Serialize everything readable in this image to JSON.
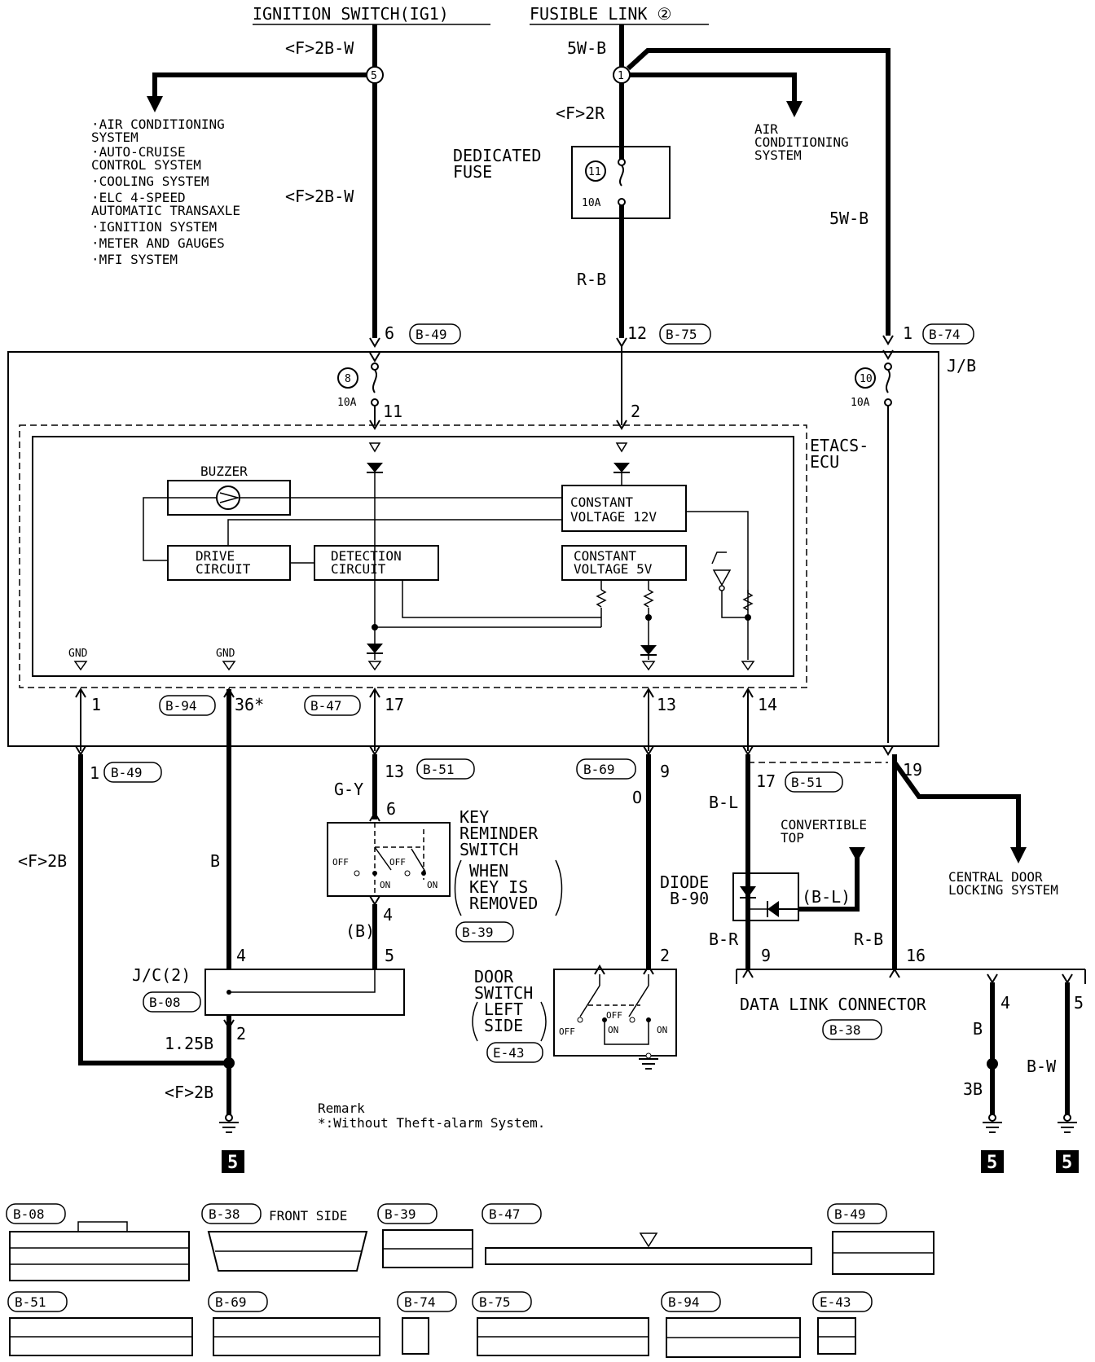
{
  "sources": {
    "ignition": "IGNITION SWITCH(IG1)",
    "fusible": "FUSIBLE LINK ②"
  },
  "wires": {
    "ig_2bw_top": "<F>2B-W",
    "ig_2bw_mid": "<F>2B-W",
    "f_5wb_top": "5W-B",
    "f_2r": "<F>2R",
    "f_rb": "R-B",
    "f_5wb_right": "5W-B",
    "gy": "G-Y",
    "b_mid": "B",
    "f2b_left": "<F>2B",
    "b_paren": "(B)",
    "o": "O",
    "bl": "B-L",
    "bl_paren": "(B-L)",
    "br": "B-R",
    "rb": "R-B",
    "b_dlc": "B",
    "bw": "B-W",
    "w125b": "1.25B",
    "f2b_bottom": "<F>2B",
    "w3b": "3B"
  },
  "splices": {
    "s5": "5",
    "s1": "1"
  },
  "branch_list": [
    "·AIR CONDITIONING",
    " SYSTEM",
    "·AUTO-CRUISE",
    " CONTROL SYSTEM",
    "·COOLING SYSTEM",
    "·ELC 4-SPEED",
    " AUTOMATIC TRANSAXLE",
    "·IGNITION SYSTEM",
    "·METER AND GAUGES",
    "·MFI SYSTEM"
  ],
  "ac_system": [
    "AIR",
    "CONDITIONING",
    "SYSTEM"
  ],
  "dedicated_fuse": {
    "label": [
      "DEDICATED",
      "FUSE"
    ],
    "num": "11",
    "amp": "10A"
  },
  "jb": {
    "label": "J/B",
    "fuse8": {
      "num": "8",
      "amp": "10A"
    },
    "fuse10": {
      "num": "10",
      "amp": "10A"
    },
    "pins": {
      "p6": "6",
      "p12": "12",
      "p1": "1",
      "p11": "11",
      "p2": "2"
    },
    "conns": {
      "b49": "B-49",
      "b75": "B-75",
      "b74": "B-74"
    }
  },
  "etacs": {
    "label": [
      "ETACS-",
      "ECU"
    ],
    "buzzer": "BUZZER",
    "cv12": [
      "CONSTANT",
      "VOLTAGE 12V"
    ],
    "drive": [
      "DRIVE",
      "CIRCUIT"
    ],
    "detect": [
      "DETECTION",
      "CIRCUIT"
    ],
    "cv5": [
      "CONSTANT",
      "VOLTAGE 5V"
    ],
    "gnd": "GND"
  },
  "lower_pins": {
    "p1": "1",
    "b94": "B-94",
    "p36": "36*",
    "b47": "B-47",
    "p17": "17",
    "p13": "13",
    "p14": "14",
    "q1": "1",
    "b49": "B-49",
    "q13": "13",
    "b51": "B-51",
    "b69": "B-69",
    "q9": "9",
    "q17": "17",
    "b51b": "B-51",
    "q19": "19"
  },
  "key_switch": {
    "label": [
      "KEY",
      "REMINDER",
      "SWITCH"
    ],
    "note": [
      "WHEN",
      "KEY IS",
      "REMOVED"
    ],
    "conn": "B-39",
    "pin6": "6",
    "pin4": "4",
    "pin5": "5",
    "off": "OFF",
    "on": "ON"
  },
  "jc": {
    "label": "J/C(2)",
    "conn": "B-08",
    "pin4": "4",
    "pin2": "2"
  },
  "door_switch": {
    "label": [
      "DOOR",
      "SWITCH",
      "LEFT",
      "SIDE"
    ],
    "conn": "E-43",
    "pin2": "2",
    "off": "OFF",
    "on": "ON"
  },
  "diode": {
    "label": "DIODE",
    "conn": "B-90"
  },
  "convertible": [
    "CONVERTIBLE",
    "TOP"
  ],
  "central": [
    "CENTRAL DOOR",
    "LOCKING SYSTEM"
  ],
  "dlc": {
    "label": "DATA LINK CONNECTOR",
    "conn": "B-38",
    "p9": "9",
    "p16": "16",
    "p4": "4",
    "p5": "5"
  },
  "ground_num": "5",
  "remark": [
    "Remark",
    "*:Without Theft-alarm System."
  ],
  "connectors": {
    "b08": "B-08",
    "b38": "B-38",
    "b38_note": "FRONT SIDE",
    "b39": "B-39",
    "b47": "B-47",
    "b49": "B-49",
    "b51": "B-51",
    "b69": "B-69",
    "b74": "B-74",
    "b75": "B-75",
    "b94": "B-94",
    "e43": "E-43"
  }
}
